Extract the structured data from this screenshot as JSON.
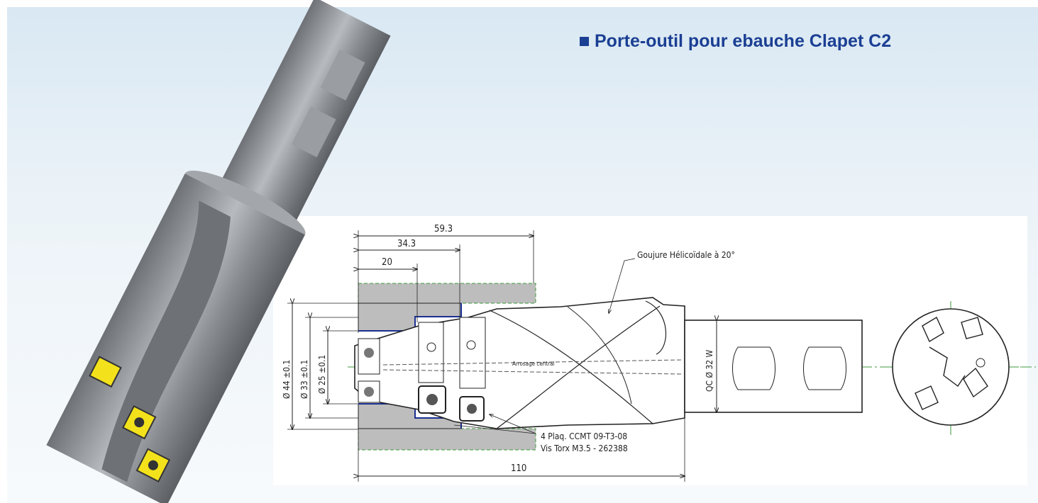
{
  "title": "Porte-outil pour ebauche Clapet C2",
  "colors": {
    "title_blue": "#1b3f93",
    "background_light_blue": "#dbe9f4",
    "insert_yellow": "#f3e21b",
    "tool_steel": "#8e9196"
  },
  "drawing": {
    "dimensions": {
      "d1": "59.3",
      "d2": "34.3",
      "d3": "20",
      "d4": "110",
      "dia1": "Ø 44 ±0.1",
      "dia2": "Ø 33 ±0.1",
      "dia3": "Ø 25 ±0.1",
      "shank": "QC Ø 32 W"
    },
    "labels": {
      "flute": "Goujure Hélicoïdale à 20°",
      "coolant": "Arrosage central",
      "inserts_line1": "4 Plaq. CCMT 09-T3-08",
      "inserts_line2": "Vis Torx M3.5 - 262388"
    }
  }
}
